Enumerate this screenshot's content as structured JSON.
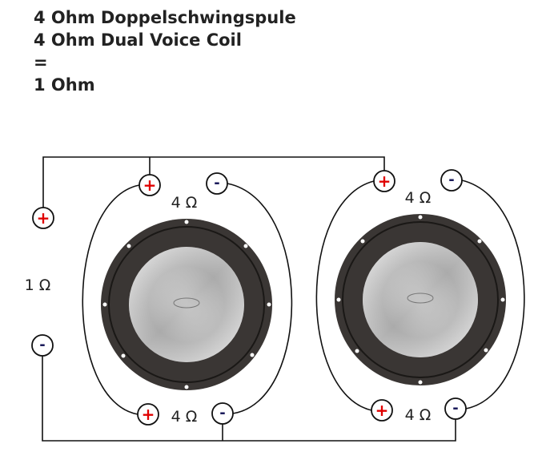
{
  "title": {
    "line1": "4 Ohm Doppelschwingspule",
    "line2": "4 Ohm Dual Voice Coil",
    "line3": "=",
    "line4": "1 Ohm"
  },
  "diagram": {
    "total_impedance": "1 Ω",
    "coil_impedance": "4 Ω",
    "plus": "+",
    "minus": "-"
  },
  "colors": {
    "plus": "#e00000",
    "minus": "#1a1a5a",
    "wire": "#111111",
    "basket": "#3a3634"
  }
}
